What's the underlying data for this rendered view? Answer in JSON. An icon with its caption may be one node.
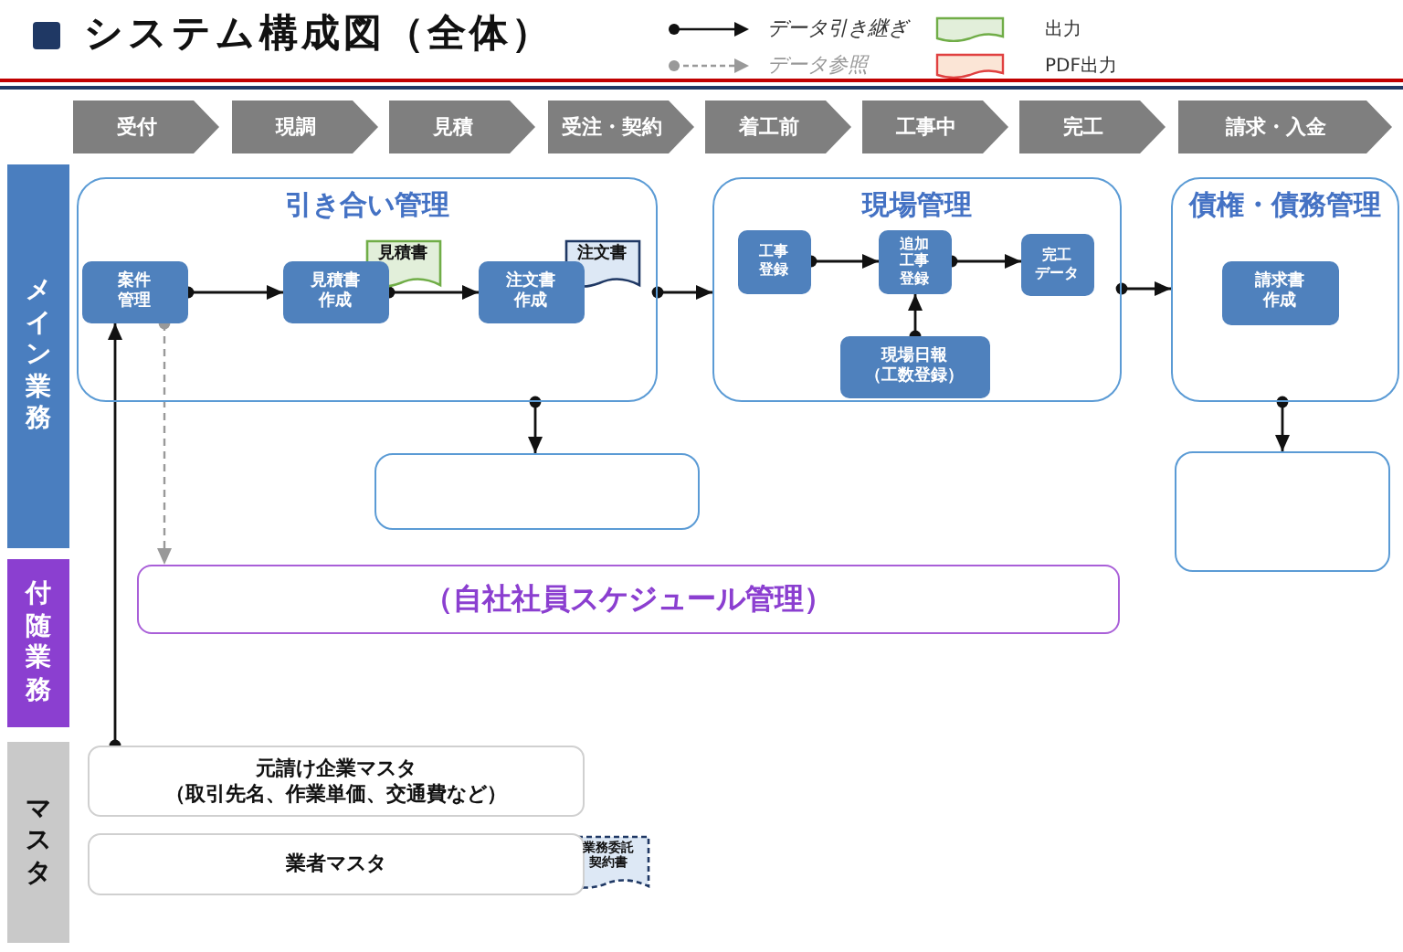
{
  "diagram": {
    "title": "システム構成図（全体）",
    "nodes": [
      {
        "text": [
          "受付"
        ]
      },
      {
        "text": [
          "現調"
        ]
      },
      {
        "text": [
          "見積"
        ]
      },
      {
        "text": [
          "受注・契約"
        ]
      },
      {
        "text": [
          "着工前"
        ]
      },
      {
        "text": [
          "工事中"
        ]
      },
      {
        "text": [
          "完工"
        ]
      },
      {
        "text": [
          "請求・入金"
        ]
      },
      {
        "text": [
          "メイン業務"
        ]
      },
      {
        "text": [
          "付随業務"
        ]
      },
      {
        "text": [
          "マスタ"
        ]
      },
      {
        "text": [
          "引き合い管理"
        ]
      },
      {
        "text": [
          "案件管理"
        ],
        "in": 11
      },
      {
        "text": [
          "見積書作成"
        ],
        "in": 11
      },
      {
        "text": [
          "見積書"
        ],
        "in": 11
      },
      {
        "text": [
          "注文書作成"
        ],
        "in": 11
      },
      {
        "text": [
          "注文書"
        ],
        "in": 11
      },
      {
        "text": [
          "現場管理"
        ]
      },
      {
        "text": [
          "工事登録"
        ],
        "in": 17
      },
      {
        "text": [
          "追加工事登録"
        ],
        "in": 17
      },
      {
        "text": [
          "完工データ"
        ],
        "in": 17
      },
      {
        "text": [
          "現場日報（工数登録）"
        ],
        "in": 17
      },
      {
        "text": [
          "債権・債務管理"
        ]
      },
      {
        "text": [
          "請求書作成"
        ],
        "in": 22
      },
      {
        "text": [],
        "shape": "box"
      },
      {
        "text": [],
        "shape": "box"
      },
      {
        "text": [
          "（自社社員スケジュール管理）"
        ]
      },
      {
        "text": [
          "元請け企業マスタ",
          "（取引先名、作業単価、交通費など）"
        ]
      },
      {
        "text": [
          "業者マスタ"
        ]
      },
      {
        "text": [
          "業務委託契約書"
        ]
      }
    ],
    "edges": [
      {
        "from": 12,
        "to": 13,
        "arrow": "to"
      },
      {
        "from": 13,
        "to": 15,
        "arrow": "to"
      },
      {
        "from": 11,
        "to": 17,
        "arrow": "to"
      },
      {
        "from": 11,
        "to": 24,
        "arrow": "to"
      },
      {
        "from": 18,
        "to": 19,
        "arrow": "to"
      },
      {
        "from": 19,
        "to": 20,
        "arrow": "to"
      },
      {
        "from": 21,
        "to": 19,
        "arrow": "to"
      },
      {
        "from": 17,
        "to": 22,
        "arrow": "to"
      },
      {
        "from": 22,
        "to": 25,
        "arrow": "to"
      },
      {
        "from": 27,
        "to": 12,
        "arrow": "to"
      },
      {
        "from": 12,
        "to": 26,
        "arrow": "to",
        "style": "dashed",
        "color": "#999999"
      }
    ],
    "legend": [
      {
        "text": "データ引き継ぎ"
      },
      {
        "text": "データ参照"
      },
      {
        "text": "出力",
        "color": "#e2efda"
      },
      {
        "text": "PDF出力",
        "color": "#fbe5d6"
      }
    ]
  }
}
